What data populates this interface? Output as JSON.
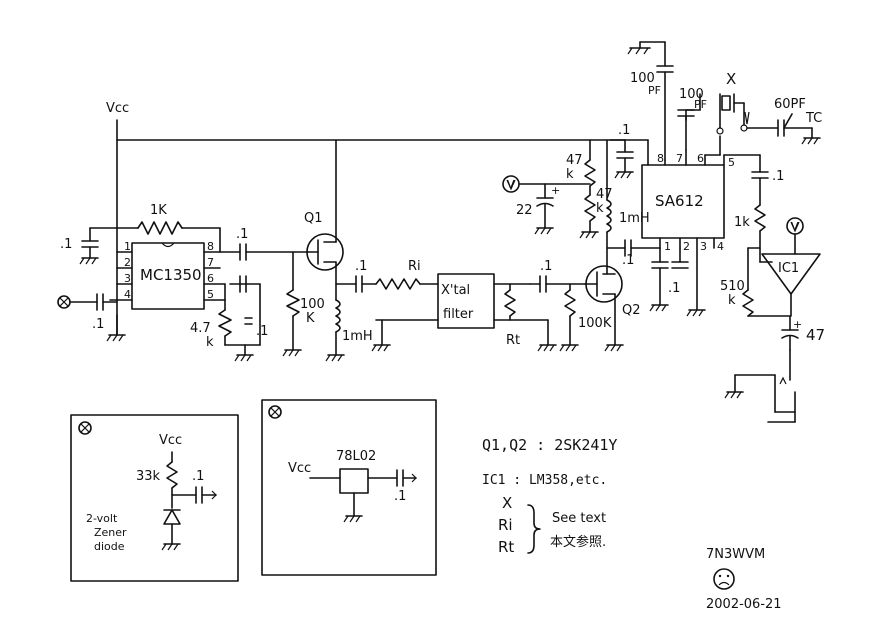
{
  "labels": {
    "vcc_main": "Vcc",
    "r1k": "1K",
    "c_left": ".1",
    "mc1350": "MC1350",
    "pin8": "8",
    "pin7": "7",
    "pin6": "6",
    "pin5": "5",
    "pin1": "1",
    "pin2": "2",
    "pin3": "3",
    "pin4": "4",
    "c_in": ".1",
    "r47k_a": "4.7",
    "r47k_b": "k",
    "c_emit": ".1",
    "c_out_mc": ".1",
    "q1": "Q1",
    "r100k_a": "100",
    "r100k_b": "K",
    "c_q1": ".1",
    "l_1mh_a": "1mH",
    "ri": "Ri",
    "xtal_top": "X'tal",
    "xtal_bottom": "filter",
    "rt": "Rt",
    "c_pre_q2": ".1",
    "r100k_q2": "100K",
    "q2": "Q2",
    "v_left": "V",
    "c22": "22",
    "r47_a": "47",
    "r47_b": "k",
    "r47b_a": "47",
    "r47b_b": "k",
    "l_1mh_b": "1mH",
    "c_top_sa": ".1",
    "sa612": "SA612",
    "sa_pin8": "8",
    "sa_pin7": "7",
    "sa_pin6": "6",
    "sa_pin5": "5",
    "sa_pin1": "1",
    "sa_pin2": "2",
    "sa_pin3": "3",
    "sa_pin4": "4",
    "c_sa_bot": ".1",
    "c_sa_in": ".1",
    "c100pf_a": "100",
    "c100pf_b": "PF",
    "c100pf2_a": "100",
    "c100pf2_b": "PF",
    "x_label": "X",
    "c60pf": "60PF",
    "tc": "TC",
    "c_sa_out": ".1",
    "r1k_b": "1k",
    "v_right": "V",
    "ic1": "IC1",
    "r510k_a": "510",
    "r510k_b": "k",
    "c47": "47",
    "plus": "+",
    "inset1_vcc": "Vcc",
    "inset1_r": "33k",
    "inset1_c": ".1",
    "inset1_z1": "2-volt",
    "inset1_z2": "Zener",
    "inset1_z3": "diode",
    "inset2_reg": "78L02",
    "inset2_vcc": "Vcc",
    "inset2_c": ".1",
    "note_q": "Q1,Q2 : 2SK241Y",
    "note_ic": "IC1   : LM358,etc.",
    "note_x": "X",
    "note_ri": "Ri",
    "note_rt": "Rt",
    "note_see": "See text",
    "note_jp": "本文参照.",
    "author": "7N3WVM",
    "date": "2002-06-21"
  }
}
